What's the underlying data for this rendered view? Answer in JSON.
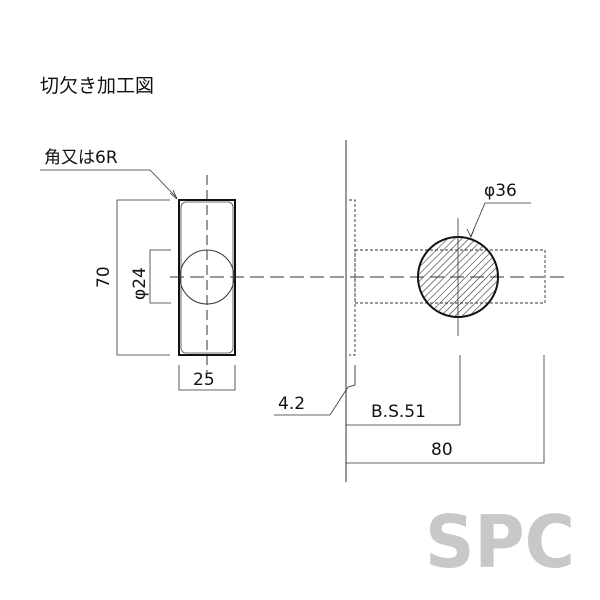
{
  "title": "切欠き加工図",
  "labels": {
    "corner_note": "角又は6R",
    "height_dim": "70",
    "hole_dim": "φ24",
    "width_dim": "25",
    "knob_dim": "φ36",
    "plate_dim": "4.2",
    "backset_dim": "B.S.51",
    "total_dim": "80"
  },
  "logo": "SPC",
  "colors": {
    "line": "#111111",
    "logo": "#c8c8c8"
  }
}
